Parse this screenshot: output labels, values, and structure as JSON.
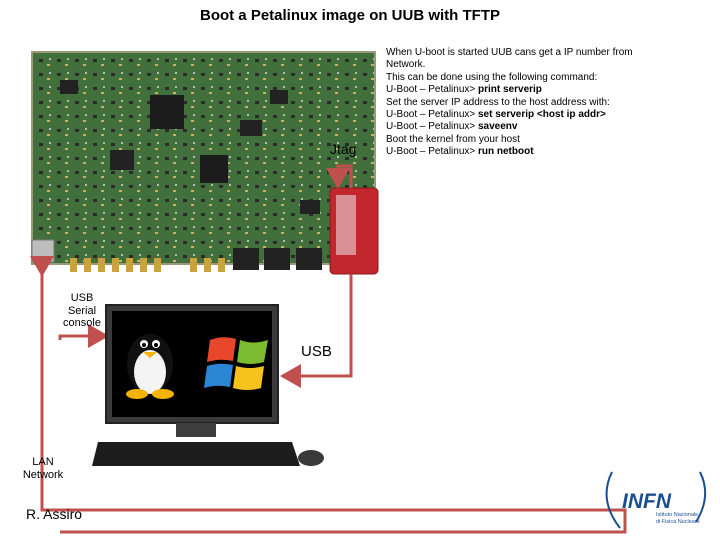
{
  "title": "Boot a Petalinux image on UUB with TFTP",
  "notes": {
    "line1": "When U-boot is started UUB cans get a IP number from",
    "line2": "Network.",
    "line3": "This can be done using the following command:",
    "line4_prefix": "U-Boot – Petalinux>",
    "line4_cmd": "print serverip",
    "line5": "Set the server IP address to the host address with:",
    "line6_prefix": "U-Boot – Petalinux>",
    "line6_cmd": "set serverip <host ip addr>",
    "line7_prefix": "U-Boot – Petalinux>",
    "line7_cmd": "saveenv",
    "line8": "Boot the kernel from your host",
    "line9_prefix": "U-Boot – Petalinux>",
    "line9_cmd": "run netboot"
  },
  "labels": {
    "jtag": "Jtag",
    "usb": "USB",
    "usb_serial_1": "USB",
    "usb_serial_2": "Serial",
    "usb_serial_3": "console",
    "lan_1": "LAN",
    "lan_2": "Network"
  },
  "author": "R. Assiro",
  "logo": {
    "name": "INFN",
    "sub_1": "Istituto Nazionale",
    "sub_2": "di Fisica Nucleare"
  },
  "colors": {
    "arrow": "#c0504d",
    "board": "#3f6b3a",
    "jtag_box": "#c2272d",
    "screen": "#000000",
    "infn_blue": "#1c4f92"
  },
  "icons": {
    "os_1": "linux-tux-icon",
    "os_2": "windows-flag-icon"
  }
}
